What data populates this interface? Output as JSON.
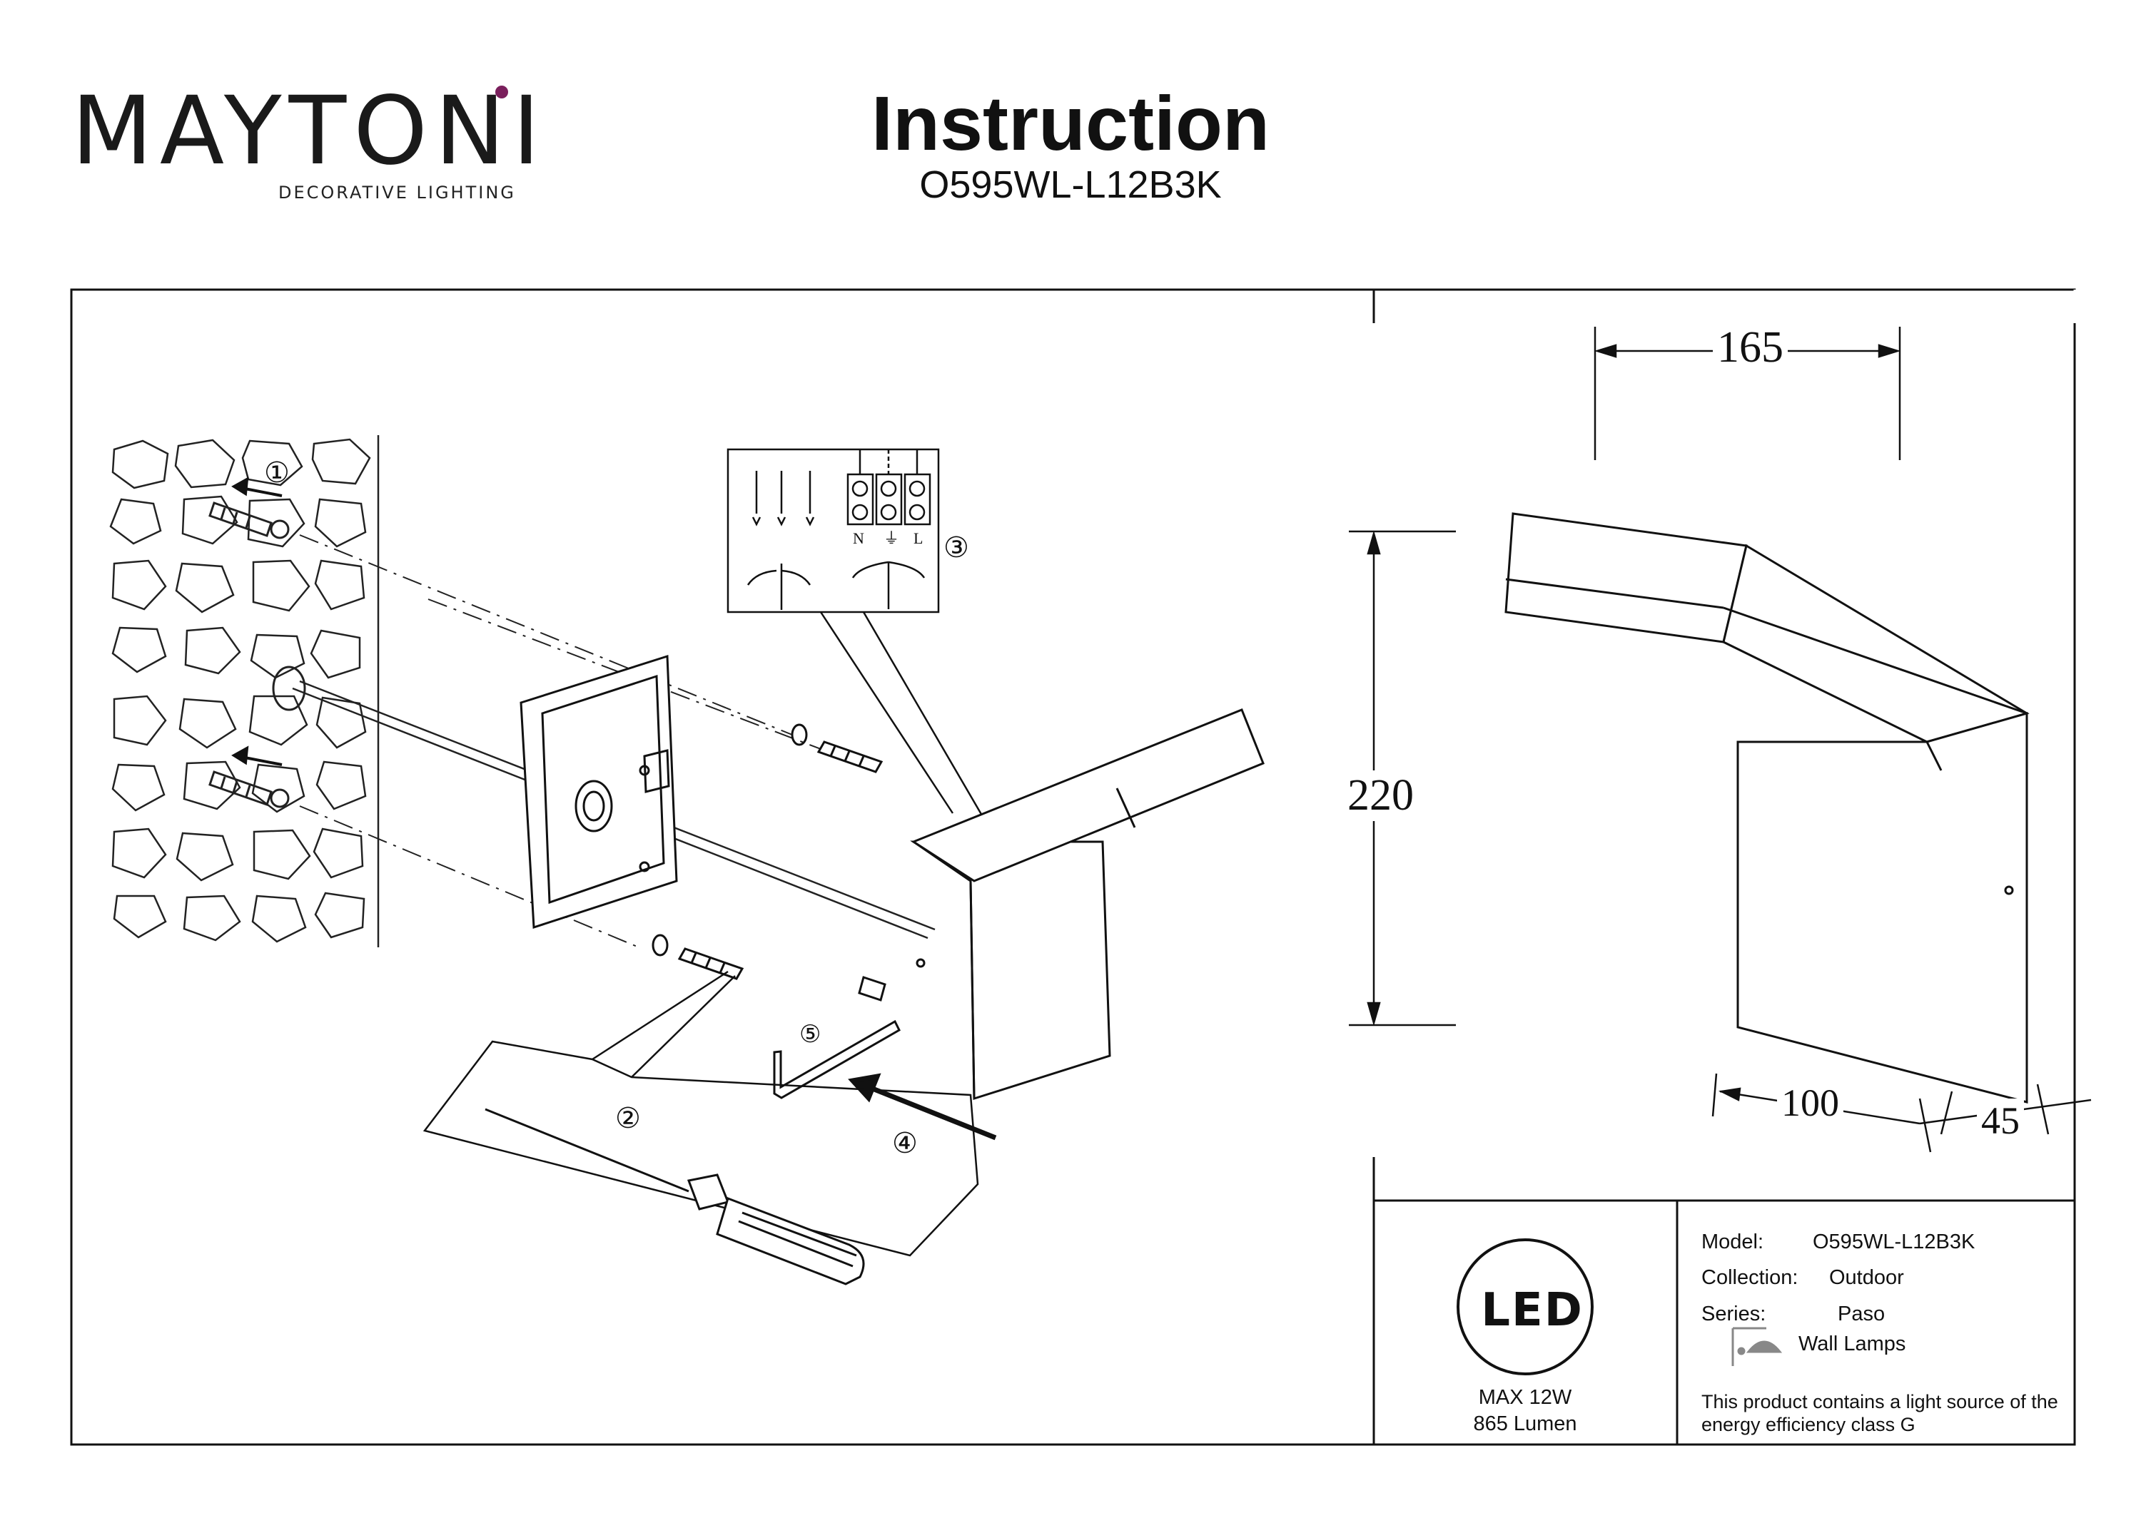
{
  "brand": {
    "name": "MAYTONI",
    "tagline": "DECORATIVE LIGHTING"
  },
  "header": {
    "title": "Instruction",
    "model": "O595WL-L12B3K"
  },
  "steps": [
    "①",
    "②",
    "③",
    "④",
    "⑤"
  ],
  "wiring": {
    "neutral": "N",
    "live": "L"
  },
  "dimensions": {
    "width": "165",
    "height": "220",
    "depth": "100",
    "wall_depth": "45"
  },
  "power": {
    "led_label": "LED",
    "max": "MAX 12W",
    "lumen": "865 Lumen"
  },
  "specs": {
    "model_label": "Model:",
    "model_value": "O595WL-L12B3K",
    "collection_label": "Collection:",
    "collection_value": "Outdoor",
    "series_label": "Series:",
    "series_value": "Paso",
    "type_value": "Wall Lamps",
    "energy_note_1": "This product contains a light source of the",
    "energy_note_2": "energy efficiency class G"
  },
  "colors": {
    "ink": "#111111",
    "brand_accent": "#7a1f5c"
  }
}
